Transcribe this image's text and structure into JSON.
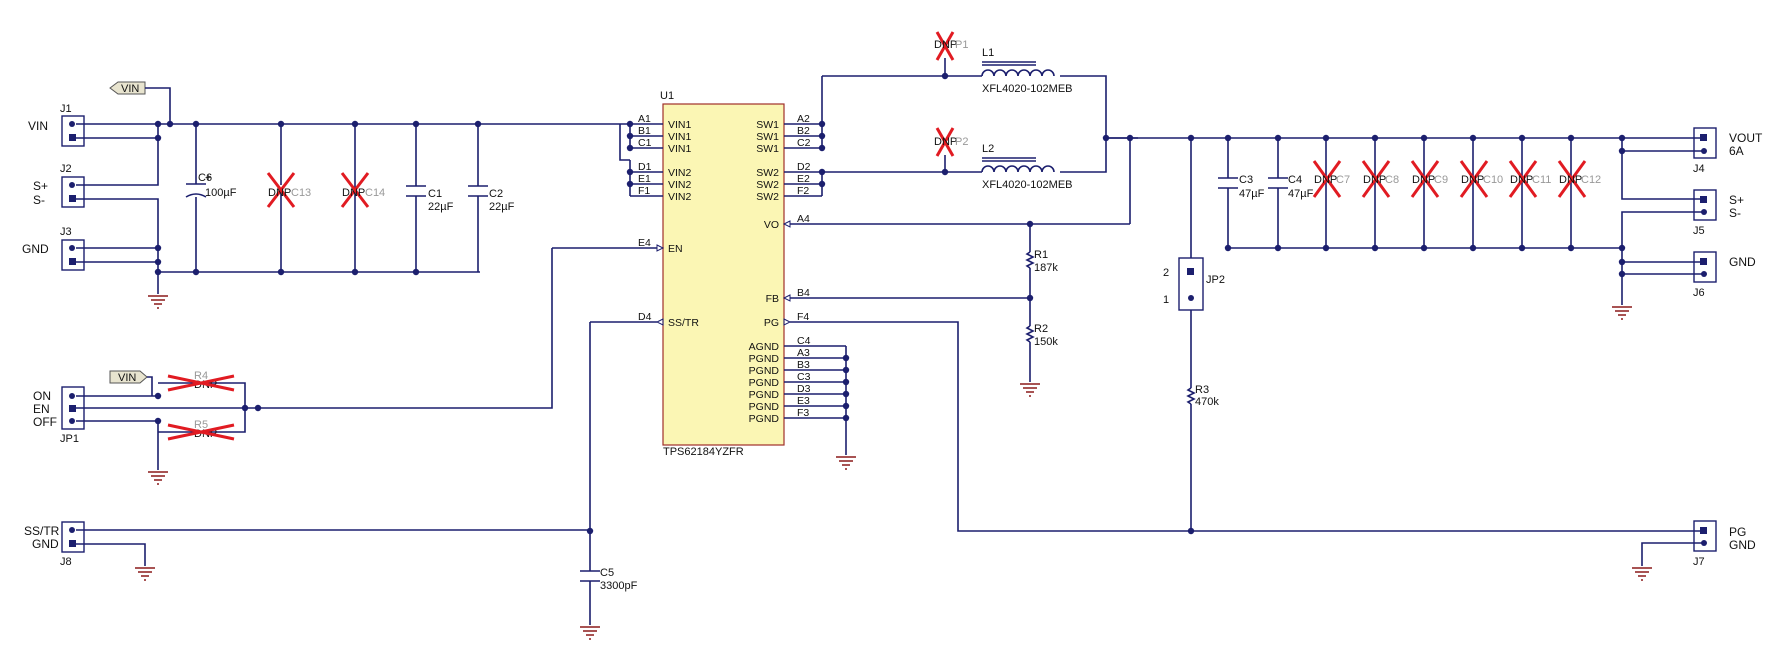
{
  "ic": {
    "ref": "U1",
    "part": "TPS62184YZFR"
  },
  "left_pins": [
    {
      "num": "A1",
      "name": "VIN1"
    },
    {
      "num": "B1",
      "name": "VIN1"
    },
    {
      "num": "C1",
      "name": "VIN1"
    },
    {
      "num": "D1",
      "name": "VIN2"
    },
    {
      "num": "E1",
      "name": "VIN2"
    },
    {
      "num": "F1",
      "name": "VIN2"
    },
    {
      "num": "E4",
      "name": "EN"
    },
    {
      "num": "D4",
      "name": "SS/TR"
    }
  ],
  "right_pins": [
    {
      "num": "A2",
      "name": "SW1"
    },
    {
      "num": "B2",
      "name": "SW1"
    },
    {
      "num": "C2",
      "name": "SW1"
    },
    {
      "num": "D2",
      "name": "SW2"
    },
    {
      "num": "E2",
      "name": "SW2"
    },
    {
      "num": "F2",
      "name": "SW2"
    },
    {
      "num": "A4",
      "name": "VO"
    },
    {
      "num": "B4",
      "name": "FB"
    },
    {
      "num": "F4",
      "name": "PG"
    },
    {
      "num": "C4",
      "name": "AGND"
    },
    {
      "num": "A3",
      "name": "PGND"
    },
    {
      "num": "B3",
      "name": "PGND"
    },
    {
      "num": "C3",
      "name": "PGND"
    },
    {
      "num": "D3",
      "name": "PGND"
    },
    {
      "num": "E3",
      "name": "PGND"
    },
    {
      "num": "F3",
      "name": "PGND"
    }
  ],
  "net_flag": "VIN",
  "connectors": {
    "J1": {
      "ref": "J1",
      "label": "VIN"
    },
    "J2": {
      "ref": "J2",
      "label1": "S+",
      "label2": "S-"
    },
    "J3": {
      "ref": "J3",
      "label": "GND"
    },
    "JP1": {
      "ref": "JP1",
      "label1": "ON",
      "label2": "EN",
      "label3": "OFF"
    },
    "J8": {
      "ref": "J8",
      "label1": "SS/TR",
      "label2": "GND"
    },
    "J4": {
      "ref": "J4",
      "label1": "VOUT",
      "label2": "6A"
    },
    "J5": {
      "ref": "J5",
      "label1": "S+",
      "label2": "S-"
    },
    "J6": {
      "ref": "J6",
      "label": "GND"
    },
    "J7": {
      "ref": "J7",
      "label1": "PG",
      "label2": "GND"
    },
    "JP2": {
      "ref": "JP2",
      "pin2": "2",
      "pin1": "1"
    }
  },
  "components": {
    "C6": {
      "ref": "C6",
      "value": "100µF"
    },
    "C13": {
      "ref": "C13",
      "dnp": "DNP"
    },
    "C14": {
      "ref": "C14",
      "dnp": "DNP"
    },
    "C1": {
      "ref": "C1",
      "value": "22µF"
    },
    "C2": {
      "ref": "C2",
      "value": "22µF"
    },
    "R4": {
      "ref": "R4",
      "dnp": "DNP"
    },
    "R5": {
      "ref": "R5",
      "dnp": "DNP"
    },
    "C5": {
      "ref": "C5",
      "value": "3300pF"
    },
    "L1": {
      "ref": "L1",
      "part": "XFL4020-102MEB"
    },
    "L2": {
      "ref": "L2",
      "part": "XFL4020-102MEB"
    },
    "P1": {
      "dnp": "DNP",
      "ref": "P1"
    },
    "P2": {
      "dnp": "DNP",
      "ref": "P2"
    },
    "R1": {
      "ref": "R1",
      "value": "187k"
    },
    "R2": {
      "ref": "R2",
      "value": "150k"
    },
    "R3": {
      "ref": "R3",
      "value": "470k"
    },
    "C3": {
      "ref": "C3",
      "value": "47µF"
    },
    "C4": {
      "ref": "C4",
      "value": "47µF"
    },
    "C7": {
      "ref": "C7",
      "dnp": "DNP"
    },
    "C8": {
      "ref": "C8",
      "dnp": "DNP"
    },
    "C9": {
      "ref": "C9",
      "dnp": "DNP"
    },
    "C10": {
      "ref": "C10",
      "dnp": "DNP"
    },
    "C11": {
      "ref": "C11",
      "dnp": "DNP"
    },
    "C12": {
      "ref": "C12",
      "dnp": "DNP"
    }
  },
  "colors": {
    "wire": "#1c1f6e",
    "ic_fill": "#fbf6b4",
    "ic_border": "#a0302a",
    "dnp_cross": "#e11b22",
    "ground": "#8b1a1a",
    "connector": "#1c1f6e"
  }
}
